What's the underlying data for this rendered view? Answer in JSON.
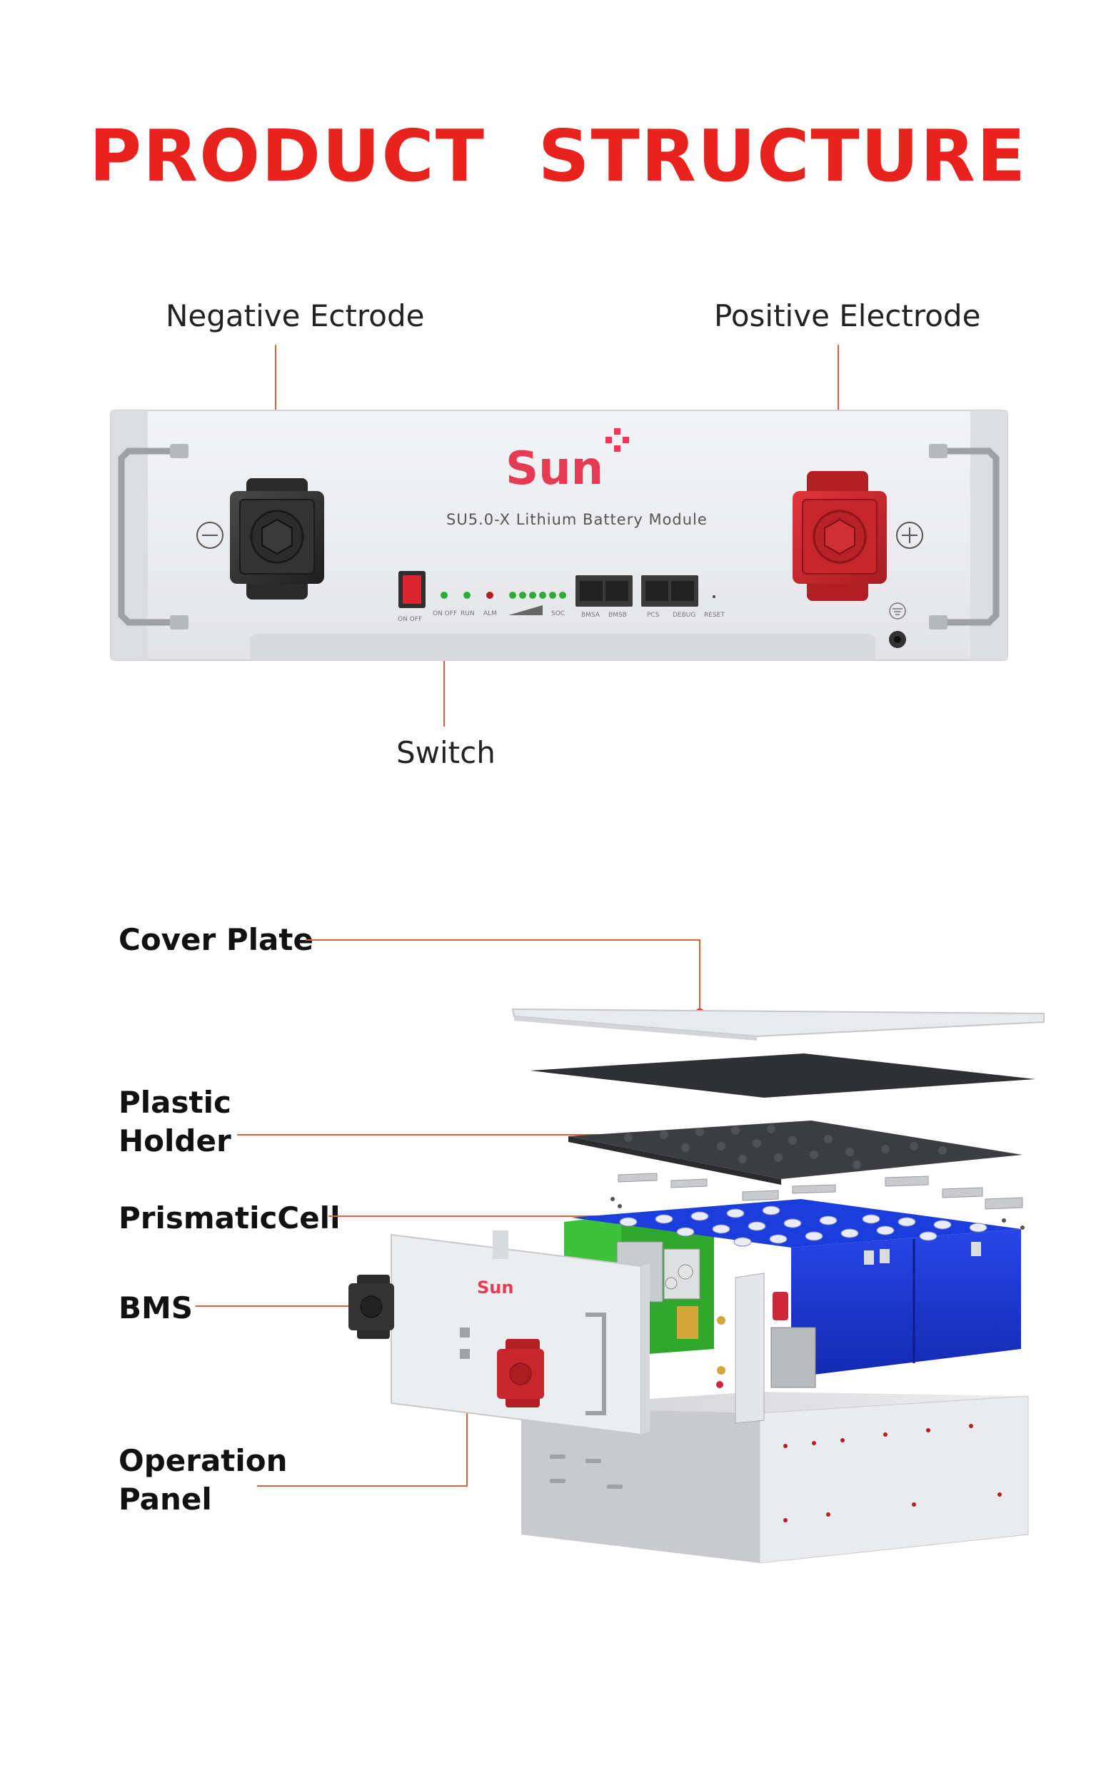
{
  "title": "PRODUCT  STRUCTURE",
  "front_view": {
    "callouts": {
      "negative": "Negative Ectrode",
      "positive": "Positive Electrode",
      "switch": "Switch"
    },
    "logo": "Sun",
    "model_text": "SU5.0-X  Lithium  Battery  Module",
    "panel_labels": {
      "on_off_switch": "ON OFF",
      "led_on_off": "ON OFF",
      "led_run": "RUN",
      "led_alm": "ALM",
      "soc": "SOC",
      "port_bmsa": "BMSA",
      "port_bmsb": "BMSB",
      "port_pcs": "PCS",
      "port_debug": "DEBUG",
      "reset": "RESET"
    }
  },
  "exploded_view": {
    "callouts": {
      "cover_plate": "Cover Plate",
      "plastic_holder_line1": "Plastic",
      "plastic_holder_line2": "Holder",
      "prismatic_cell": "PrismaticCell",
      "bms": "BMS",
      "operation_panel_line1": "Operation",
      "operation_panel_line2": "Panel"
    },
    "panel_logo": "Sun"
  },
  "colors": {
    "title_red": "#e8221c",
    "leader_line": "#e06040",
    "positive_terminal": "#c8262d",
    "negative_terminal": "#2b2b2b",
    "cell_blue": "#1a3ad6",
    "bms_green": "#3cc23a",
    "panel_grey": "#e9eaec"
  }
}
